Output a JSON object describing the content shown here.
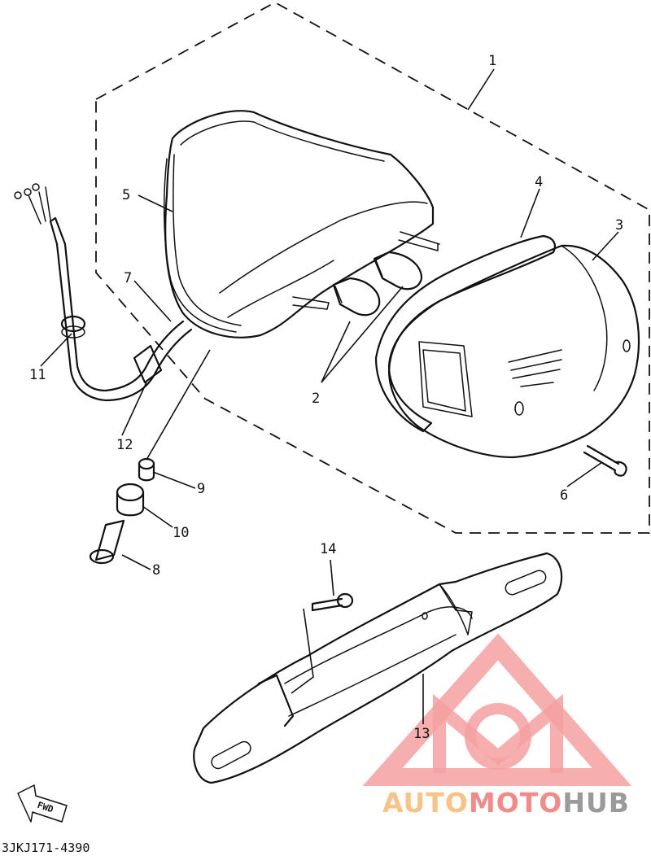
{
  "callouts": {
    "c1": "1",
    "c2": "2",
    "c3": "3",
    "c4": "4",
    "c5": "5",
    "c6": "6",
    "c7": "7",
    "c8": "8",
    "c9": "9",
    "c10": "10",
    "c11": "11",
    "c12": "12",
    "c13": "13",
    "c14": "14"
  },
  "footer": {
    "part_code": "3JKJ171-4390",
    "fwd_label": "FWD"
  },
  "watermark": {
    "word_a": "AUTO",
    "word_b": "MOTO",
    "word_c": "HUB",
    "colors": {
      "auto": "#f7c388",
      "moto": "#f38a8a",
      "hub": "#9a9a9a",
      "emblem": "#f5a0a0"
    }
  }
}
